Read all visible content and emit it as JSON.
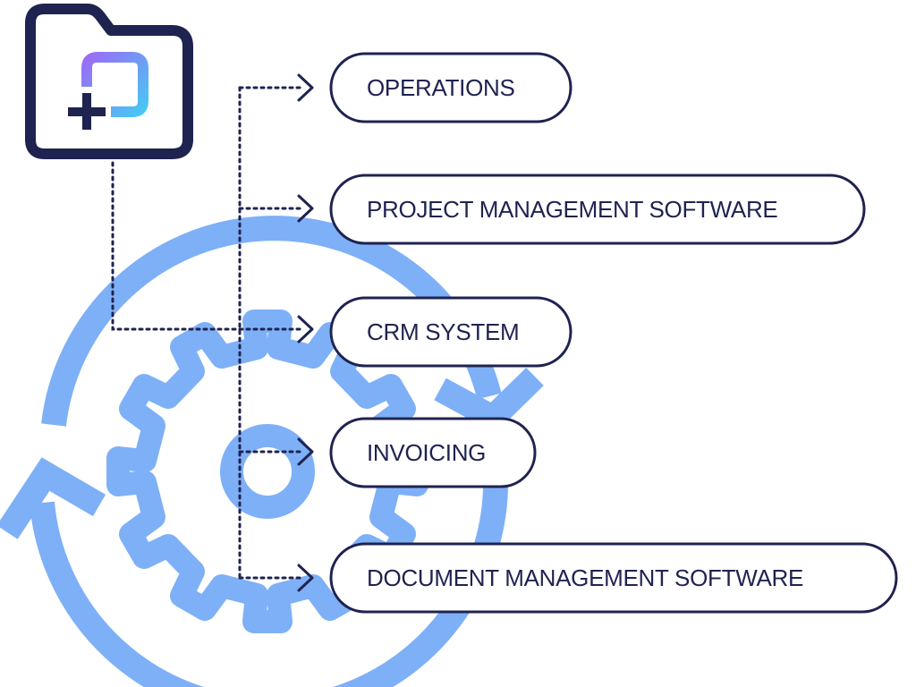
{
  "diagram": {
    "targets": [
      {
        "id": "operations",
        "label": "OPERATIONS"
      },
      {
        "id": "project-management-software",
        "label": "PROJECT MANAGEMENT SOFTWARE"
      },
      {
        "id": "crm-system",
        "label": "CRM SYSTEM"
      },
      {
        "id": "invoicing",
        "label": "INVOICING"
      },
      {
        "id": "document-management-software",
        "label": "DOCUMENT MANAGEMENT SOFTWARE"
      }
    ],
    "icons": {
      "source": "folder-plus-icon",
      "background_gear": "gear-icon",
      "background_cycle": "refresh-cycle-icon"
    },
    "colors": {
      "navy": "#1f2350",
      "cycle_blue": "#7eb0f7",
      "gradient_purple": "#9b6cf6",
      "gradient_cyan": "#46c8f3",
      "background": "#ffffff"
    }
  }
}
